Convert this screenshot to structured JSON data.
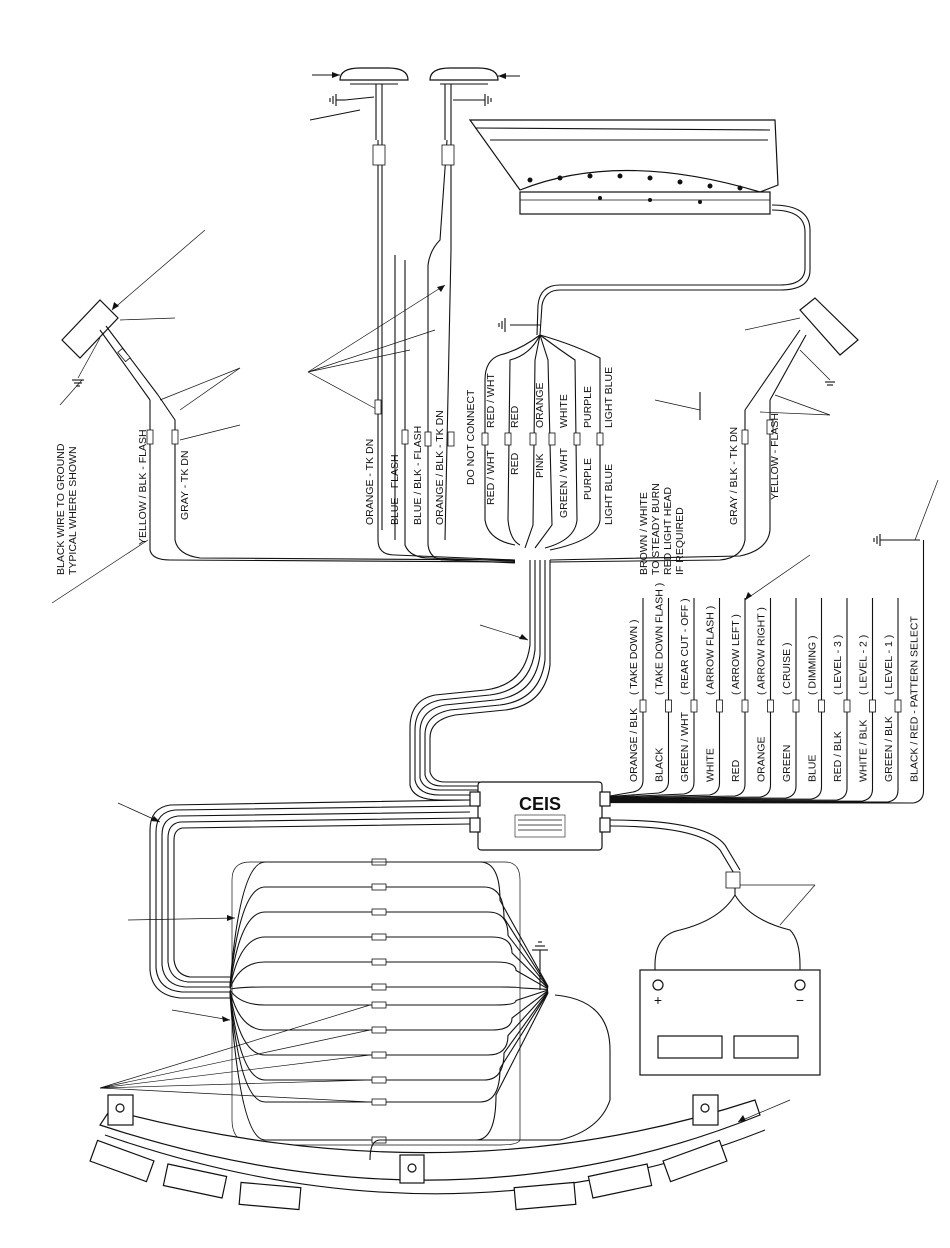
{
  "labels": {
    "yellow_left": "YELLOW / BLK - FLASH",
    "gray_left": "GRAY - TK DN",
    "black_ground_1": "BLACK WIRE TO GROUND",
    "black_ground_2": "TYPICAL WHERE SHOWN",
    "orange_tkdn": "ORANGE - TK DN",
    "blue_flash": "BLUE - FLASH",
    "blue_blk_flash": "BLUE / BLK - FLASH",
    "orange_blk_tkdn": "ORANGE / BLK - TK DN",
    "do_not_connect": "DO NOT CONNECT",
    "red_wht_a": "RED / WHT",
    "red_wht_b": "RED / WHT",
    "red_a": "RED",
    "red_b": "RED",
    "pink": "PINK",
    "orange": "ORANGE",
    "green_wht": "GREEN / WHT",
    "white": "WHITE",
    "purple_a": "PURPLE",
    "purple_b": "PURPLE",
    "light_blue_a": "LIGHT BLUE",
    "light_blue_b": "LIGHT BLUE",
    "brown_1": "BROWN / WHITE",
    "brown_2": "TO STEADY BURN",
    "brown_3": "RED LIGHT HEAD",
    "brown_4": "IF REQUIRED",
    "gray_blk_tkdn": "GRAY / BLK - TK DN",
    "yellow_flash": "YELLOW - FLASH"
  },
  "control_wires": [
    {
      "color": "ORANGE / BLK",
      "function": "( TAKE DOWN )"
    },
    {
      "color": "BLACK",
      "function": "( TAKE DOWN FLASH )"
    },
    {
      "color": "GREEN / WHT",
      "function": "( REAR CUT - OFF )"
    },
    {
      "color": "WHITE",
      "function": "( ARROW FLASH )"
    },
    {
      "color": "RED",
      "function": "( ARROW LEFT )"
    },
    {
      "color": "ORANGE",
      "function": "( ARROW RIGHT )"
    },
    {
      "color": "GREEN",
      "function": "( CRUISE )"
    },
    {
      "color": "BLUE",
      "function": "( DIMMING )"
    },
    {
      "color": "RED / BLK",
      "function": "( LEVEL - 3 )"
    },
    {
      "color": "WHITE / BLK",
      "function": "( LEVEL - 2 )"
    },
    {
      "color": "GREEN / BLK",
      "function": "( LEVEL - 1 )"
    },
    {
      "color": "BLACK / RED - PATTERN SELECT",
      "function": ""
    }
  ],
  "controller": {
    "logo": "CEIS"
  },
  "battery": {
    "plus": "+",
    "minus": "−"
  },
  "icons": [
    "ground-symbol-icon",
    "arrow-icon"
  ]
}
